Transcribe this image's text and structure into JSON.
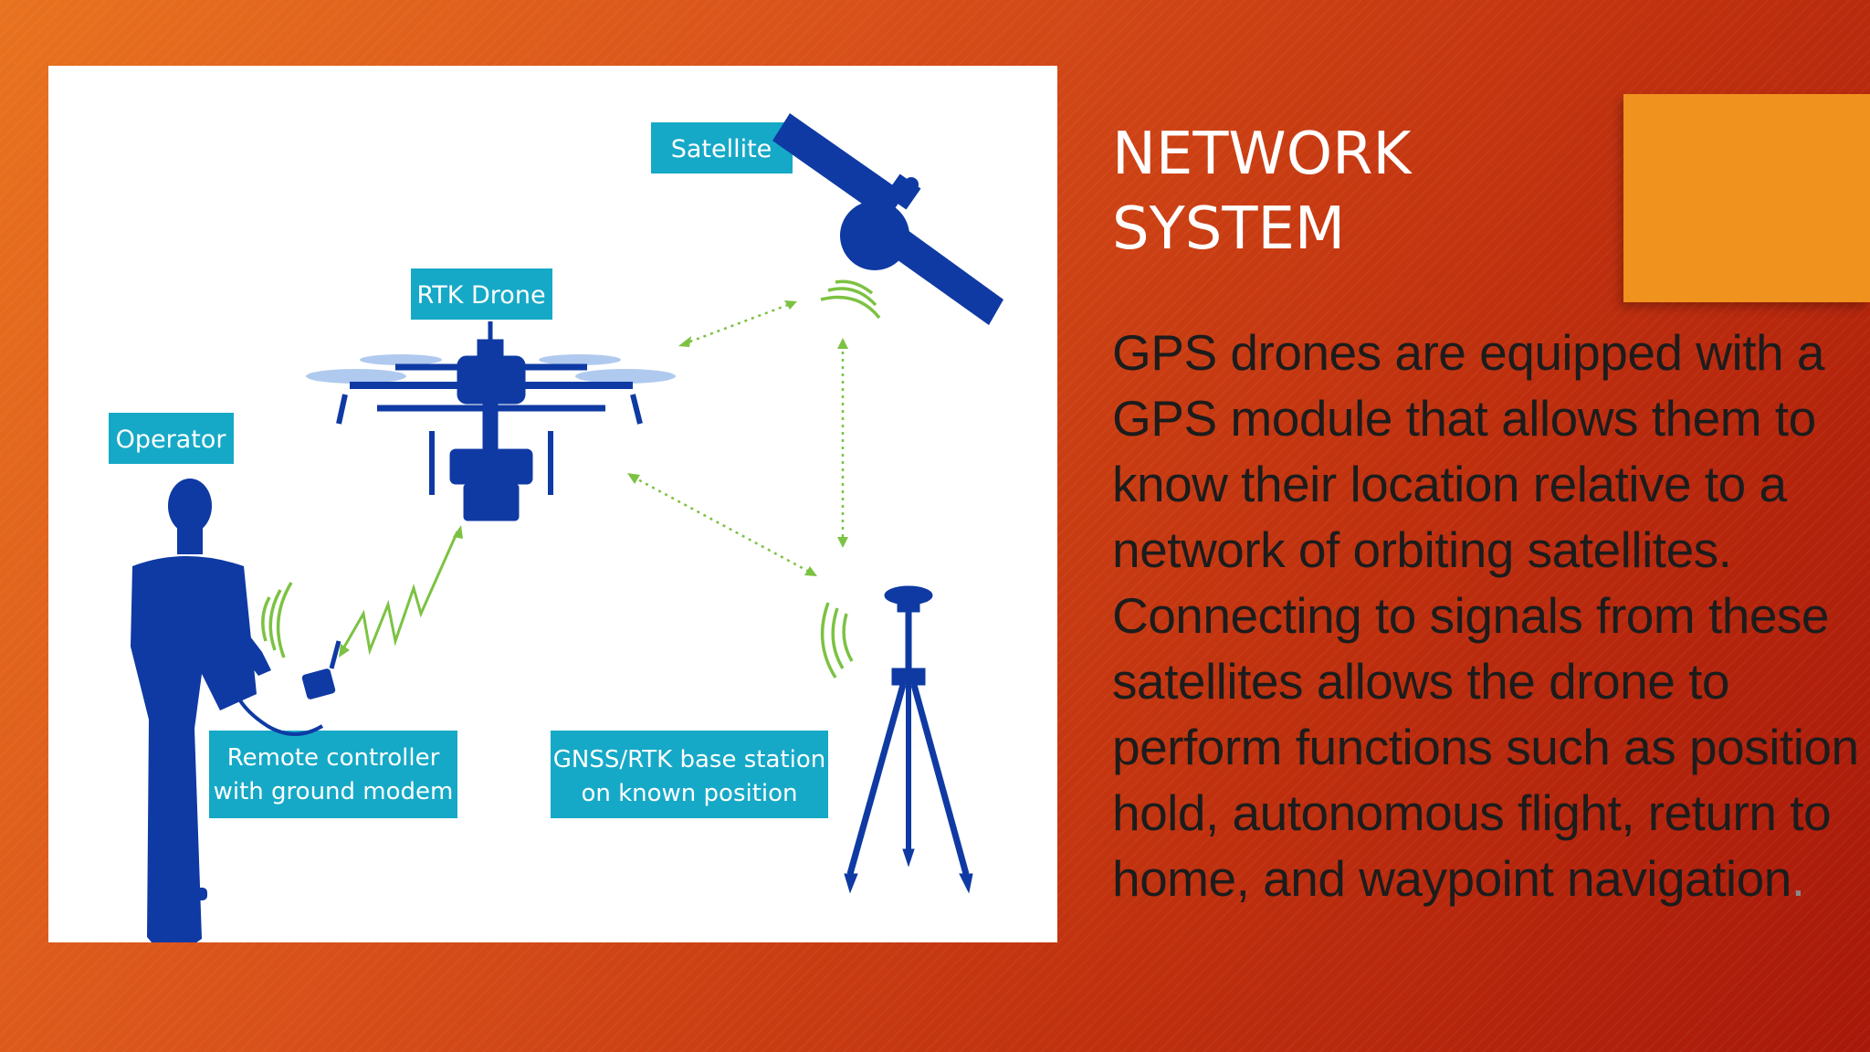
{
  "slide": {
    "title_lines": [
      "NETWORK",
      "SYSTEM"
    ],
    "body": "GPS drones are equipped with a GPS module that allows them to know their location relative to a network of orbiting satellites. Connecting to signals from these satellites allows the drone to perform functions such as position hold, autonomous flight, return to home, and waypoint navigation",
    "body_end": "."
  },
  "diagram": {
    "labels": {
      "satellite": "Satellite",
      "rtk_drone": "RTK Drone",
      "operator": "Operator",
      "remote_line1": "Remote controller",
      "remote_line2": "with ground modem",
      "base_line1": "GNSS/RTK base station",
      "base_line2": "on known position"
    }
  },
  "colors": {
    "label_bg": "#16a9c7",
    "figure_blue": "#0f3aa3",
    "signal_green": "#7cc242",
    "accent_orange": "#ef921e"
  }
}
